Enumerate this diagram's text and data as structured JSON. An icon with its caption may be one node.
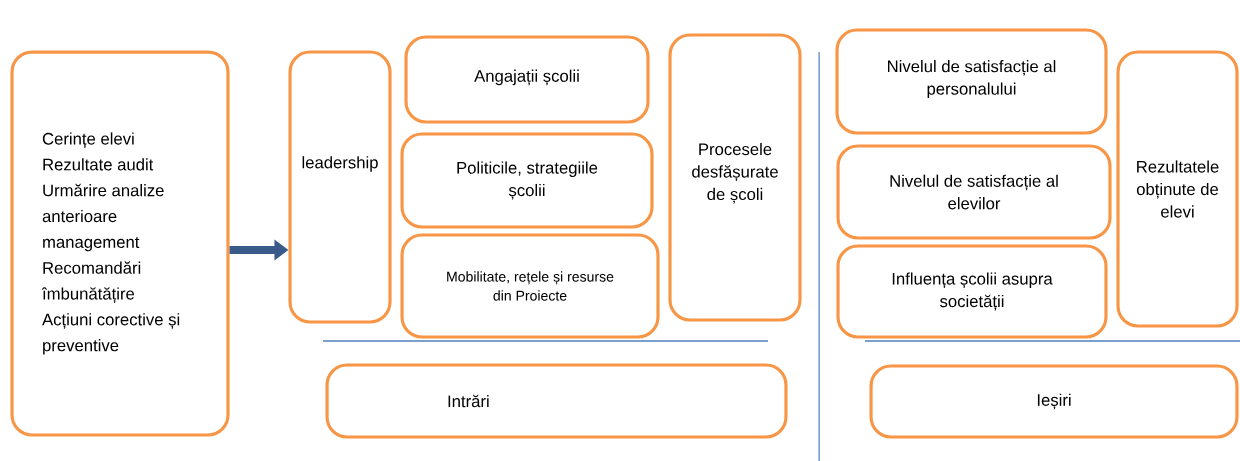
{
  "diagram": {
    "nodes": [
      {
        "text": [
          "Cerințe elevi",
          "Rezultate audit",
          "Urmărire analize anterioare management",
          "Recomandări îmbunătățire",
          "Acțiuni corective și preventive"
        ]
      },
      {
        "text": [
          "leadership"
        ]
      },
      {
        "text": [
          "Angajații școlii"
        ]
      },
      {
        "text": [
          "Politicile, strategiile școlii"
        ]
      },
      {
        "text": [
          "Mobilitate, rețele și resurse din Proiecte"
        ]
      },
      {
        "text": [
          "Procesele desfășurate de școli"
        ]
      },
      {
        "text": [
          "Nivelul de satisfacție al personalului"
        ]
      },
      {
        "text": [
          "Nivelul de satisfacție al elevilor"
        ]
      },
      {
        "text": [
          "Influența școlii asupra societății"
        ]
      },
      {
        "text": [
          "Rezultatele obținute de elevi"
        ]
      },
      {
        "text": [
          "Intrări"
        ]
      },
      {
        "text": [
          "Ieșiri"
        ]
      }
    ],
    "edges": [
      {
        "from": 0,
        "to": 1,
        "arrow": "to",
        "color": "#3a5a8a"
      }
    ]
  }
}
